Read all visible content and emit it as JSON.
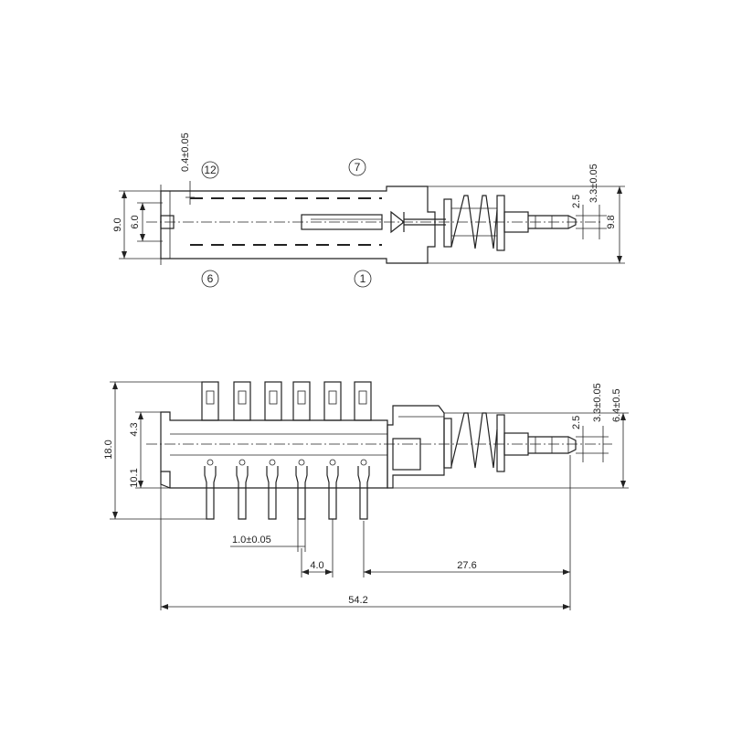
{
  "top_view": {
    "pin_labels": {
      "p12": "12",
      "p7": "7",
      "p6": "6",
      "p1": "1"
    },
    "dims": {
      "tolerance_pin": "0.4±0.05",
      "height_9": "9.0",
      "height_6": "6.0",
      "rod_3_3": "3.3±0.05",
      "rod_2_5": "2.5",
      "body_9_8": "9.8"
    }
  },
  "side_view": {
    "dims": {
      "height_18": "18.0",
      "offset_4_3": "4.3",
      "height_10_1": "10.1",
      "pin_width": "1.0±0.05",
      "pitch": "4.0",
      "stroke_27_6": "27.6",
      "total_length": "54.2",
      "rod_3_3": "3.3±0.05",
      "rod_2_5": "2.5",
      "body_6_4": "6.4±0.5"
    }
  }
}
